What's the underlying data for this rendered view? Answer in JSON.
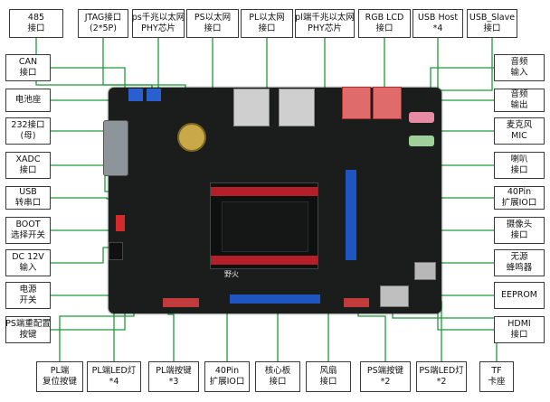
{
  "labels": {
    "top": [
      {
        "id": "rs485",
        "lines": [
          "485",
          "接口"
        ]
      },
      {
        "id": "jtag",
        "lines": [
          "JTAG接口",
          "(2*5P)"
        ]
      },
      {
        "id": "ps_gbe_phy",
        "lines": [
          "ps千兆以太网",
          "PHY芯片"
        ]
      },
      {
        "id": "ps_eth",
        "lines": [
          "PS以太网",
          "接口"
        ]
      },
      {
        "id": "pl_eth",
        "lines": [
          "PL以太网",
          "接口"
        ]
      },
      {
        "id": "pl_gbe_phy",
        "lines": [
          "pl端千兆以太网",
          "PHY芯片"
        ]
      },
      {
        "id": "rgb_lcd",
        "lines": [
          "RGB LCD",
          "接口"
        ]
      },
      {
        "id": "usb_host",
        "lines": [
          "USB Host",
          "*4"
        ]
      },
      {
        "id": "usb_slave",
        "lines": [
          "USB_Slave",
          "接口"
        ]
      }
    ],
    "left": [
      {
        "id": "can",
        "lines": [
          "CAN",
          "接口"
        ]
      },
      {
        "id": "battery",
        "lines": [
          "电池座"
        ]
      },
      {
        "id": "rs232",
        "lines": [
          "232接口",
          "(母)"
        ]
      },
      {
        "id": "xadc",
        "lines": [
          "XADC",
          "接口"
        ]
      },
      {
        "id": "usb_uart",
        "lines": [
          "USB",
          "转串口"
        ]
      },
      {
        "id": "boot",
        "lines": [
          "BOOT",
          "选择开关"
        ]
      },
      {
        "id": "dc12v",
        "lines": [
          "DC 12V",
          "输入"
        ]
      },
      {
        "id": "power_sw",
        "lines": [
          "电源",
          "开关"
        ]
      },
      {
        "id": "ps_reset",
        "lines": [
          "PS端重配置",
          "按键"
        ]
      }
    ],
    "right": [
      {
        "id": "audio_in",
        "lines": [
          "音频",
          "输入"
        ]
      },
      {
        "id": "audio_out",
        "lines": [
          "音频",
          "输出"
        ]
      },
      {
        "id": "mic",
        "lines": [
          "麦克风",
          "MIC"
        ]
      },
      {
        "id": "speaker",
        "lines": [
          "喇叭",
          "接口"
        ]
      },
      {
        "id": "pin40_right",
        "lines": [
          "40Pin",
          "扩展IO口"
        ]
      },
      {
        "id": "camera",
        "lines": [
          "摄像头",
          "接口"
        ]
      },
      {
        "id": "buzzer",
        "lines": [
          "无源",
          "蜂鸣器"
        ]
      },
      {
        "id": "eeprom",
        "lines": [
          "EEPROM"
        ]
      },
      {
        "id": "hdmi",
        "lines": [
          "HDMI",
          "接口"
        ]
      }
    ],
    "bottom": [
      {
        "id": "pl_reset",
        "lines": [
          "PL端",
          "复位按键"
        ]
      },
      {
        "id": "pl_led",
        "lines": [
          "PL端LED灯",
          "*4"
        ]
      },
      {
        "id": "pl_key",
        "lines": [
          "PL端按键",
          "*3"
        ]
      },
      {
        "id": "pin40_bottom",
        "lines": [
          "40Pin",
          "扩展IO口"
        ]
      },
      {
        "id": "core_board",
        "lines": [
          "核心板",
          "接口"
        ]
      },
      {
        "id": "fan",
        "lines": [
          "风扇",
          "接口"
        ]
      },
      {
        "id": "ps_key",
        "lines": [
          "PS端按键",
          "*2"
        ]
      },
      {
        "id": "ps_led",
        "lines": [
          "PS端LED灯",
          "*2"
        ]
      },
      {
        "id": "tf",
        "lines": [
          "TF",
          "卡座"
        ]
      }
    ]
  },
  "board": {
    "logo_text": "野火"
  },
  "colors": {
    "line": "#1f9a3a",
    "dot": "#1f9a3a",
    "board": "#1b1d1c",
    "header_red": "#b51f2a",
    "header_blue": "#1f55c0",
    "usb_red": "#e06b6b"
  }
}
